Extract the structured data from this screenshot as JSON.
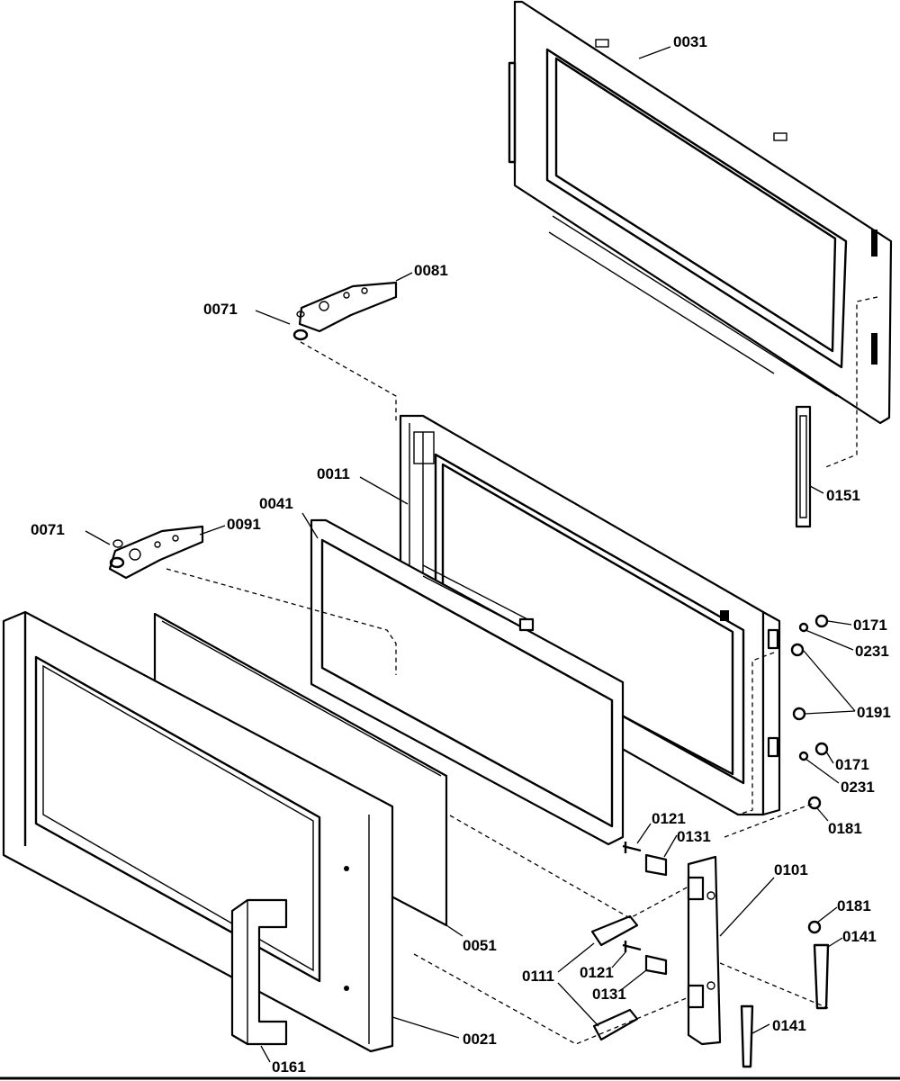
{
  "diagram": {
    "part_labels": {
      "p0031": "0031",
      "p0081": "0081",
      "p0071_top": "0071",
      "p0151": "0151",
      "p0011": "0011",
      "p0041": "0041",
      "p0071_left": "0071",
      "p0091": "0091",
      "p0171_a": "0171",
      "p0231_a": "0231",
      "p0191": "0191",
      "p0171_b": "0171",
      "p0231_b": "0231",
      "p0121_a": "0121",
      "p0131_a": "0131",
      "p0181_a": "0181",
      "p0101": "0101",
      "p0181_b": "0181",
      "p0141_a": "0141",
      "p0051": "0051",
      "p0111": "0111",
      "p0121_b": "0121",
      "p0131_b": "0131",
      "p0141_b": "0141",
      "p0021": "0021",
      "p0161": "0161"
    }
  }
}
